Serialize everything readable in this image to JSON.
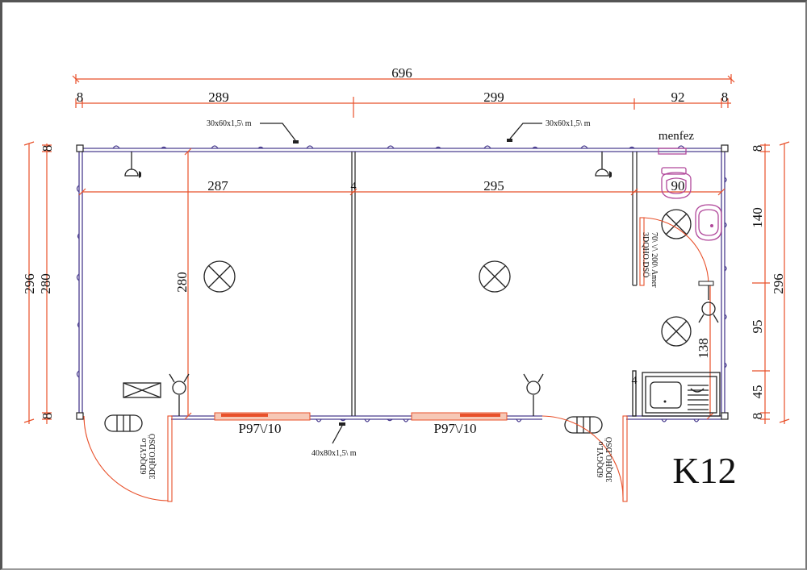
{
  "plan": {
    "title": "K12",
    "dimensions": {
      "top_total": "696",
      "top_segments": [
        "8",
        "289",
        "299",
        "92",
        "8"
      ],
      "inner_horizontal": [
        "287",
        "4",
        "295",
        "90"
      ],
      "left_total": "296",
      "left_inner": "280",
      "left_ends": [
        "8",
        "8"
      ],
      "room_height": "280",
      "right_total": "296",
      "right_segments": [
        "8",
        "140",
        "95",
        "45",
        "8"
      ],
      "wc_wall": "4",
      "kitchen_height": "138"
    },
    "labels": {
      "vent": "menfez",
      "profile_top_left": "30x60x1,5\\ m",
      "profile_top_right": "30x60x1,5\\ m",
      "profile_bottom": "40x80x1,5\\ m",
      "window_left": "P97\\/10",
      "window_right": "P97\\/10",
      "wc_door_line1": "70\\ \\/\\ 200\\ Amer",
      "wc_door_line2": "3DQHO.DSÖ",
      "entry_door_left_line1": "6DQGYLo",
      "entry_door_left_line2": "3DQHO.DSÖ",
      "entry_door_right_line1": "6DQGYLo",
      "entry_door_right_line2": "3DQHO.DSÖ"
    },
    "colors": {
      "dimension": "#e8502a",
      "wall": "#4a3d8f",
      "fixture": "#b0479a",
      "ink": "#222222"
    }
  }
}
